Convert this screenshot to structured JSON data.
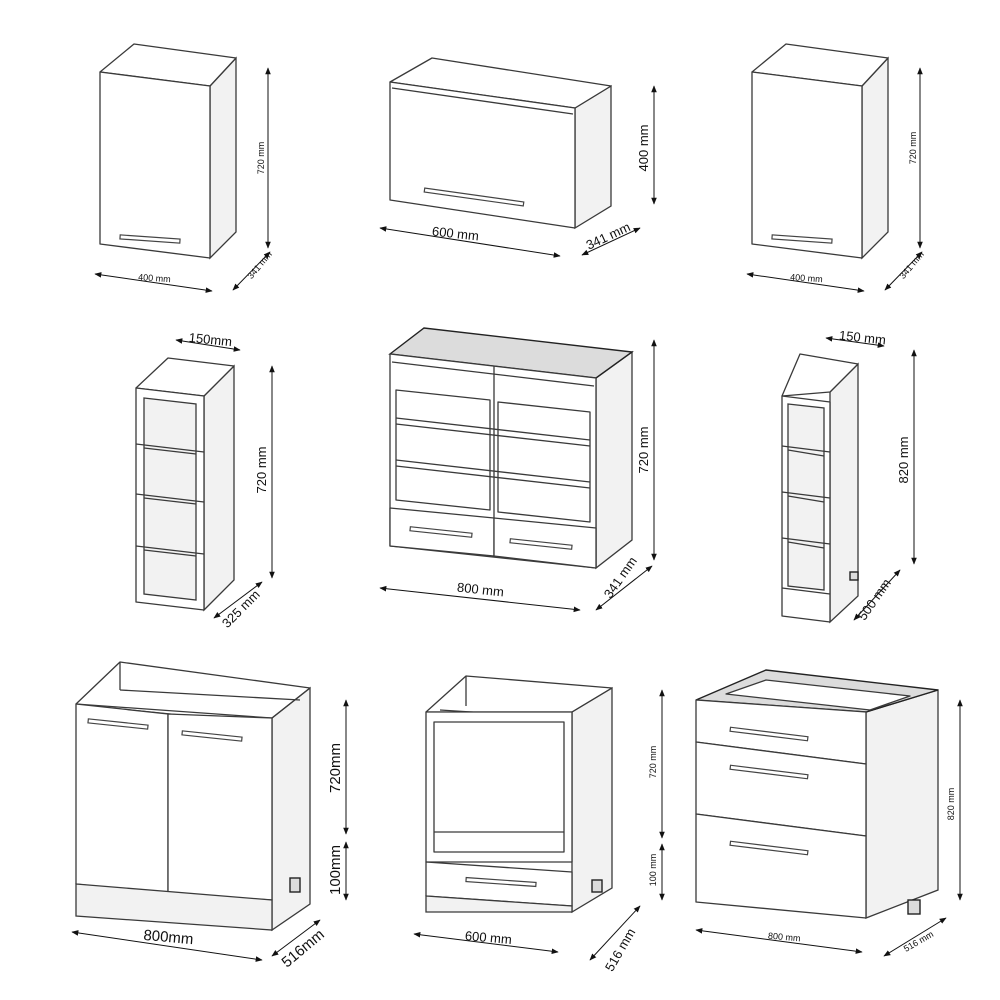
{
  "cabinets": [
    {
      "name": "wall-400",
      "width": "400 mm",
      "depth": "341 mm",
      "height": "720 mm"
    },
    {
      "name": "wall-600-flap",
      "width": "600 mm",
      "depth": "341 mm",
      "height": "400 mm"
    },
    {
      "name": "wall-400-b",
      "width": "400 mm",
      "depth": "341 mm",
      "height": "720 mm"
    },
    {
      "name": "wall-open-150",
      "width": "150mm",
      "depth": "325 mm",
      "height": "720 mm"
    },
    {
      "name": "wall-glass-800",
      "width": "800 mm",
      "depth": "341 mm",
      "height": "720 mm"
    },
    {
      "name": "base-open-150",
      "width": "150 mm",
      "depth": "500 mm",
      "height": "820 mm"
    },
    {
      "name": "sink-base-800",
      "width": "800mm",
      "depth": "516mm",
      "height": "720mm",
      "plinth": "100mm"
    },
    {
      "name": "oven-base-600",
      "width": "600 mm",
      "depth": "516 mm",
      "height": "720 mm",
      "plinth": "100 mm"
    },
    {
      "name": "drawer-base-800",
      "width": "800 mm",
      "depth": "516 mm",
      "height": "820 mm"
    }
  ]
}
